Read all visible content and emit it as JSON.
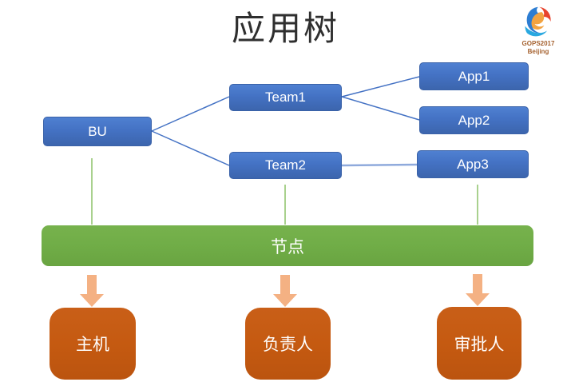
{
  "slide": {
    "title": "应用树"
  },
  "logo": {
    "name": "GOPS2017",
    "city": "Beijing"
  },
  "tree": {
    "root": {
      "label": "BU"
    },
    "teams": [
      {
        "label": "Team1"
      },
      {
        "label": "Team2"
      }
    ],
    "apps": [
      {
        "label": "App1"
      },
      {
        "label": "App2"
      },
      {
        "label": "App3"
      }
    ],
    "edges": [
      "BU-Team1",
      "BU-Team2",
      "Team1-App1",
      "Team1-App2",
      "Team2-App3"
    ]
  },
  "node_bar": {
    "label": "节点"
  },
  "attributes": [
    {
      "label": "主机"
    },
    {
      "label": "负责人"
    },
    {
      "label": "审批人"
    }
  ],
  "colors": {
    "tree_node_blue": "#4472C4",
    "connector_blue": "#4472C4",
    "connector_light_blue": "#8FAADC",
    "node_bar_green": "#70AD47",
    "drop_line_green": "#A9D18E",
    "arrow_light_orange": "#F4B183",
    "attribute_box_orange": "#C55A11",
    "logo_text_brown": "#A5612F",
    "title_gray": "#2F2F2F"
  }
}
